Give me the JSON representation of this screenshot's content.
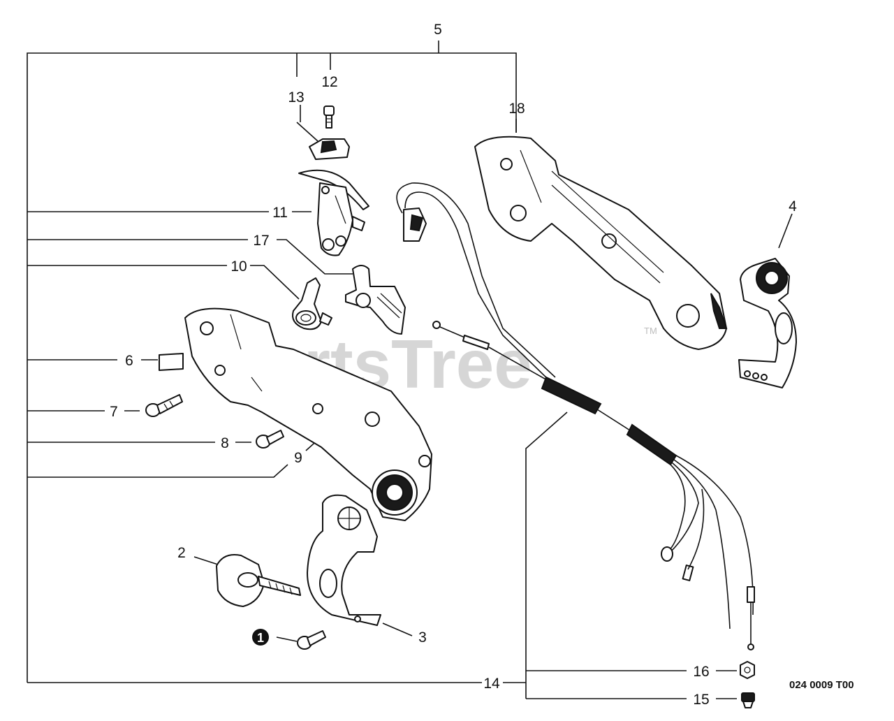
{
  "diagram": {
    "callouts": {
      "c1": "1",
      "c2": "2",
      "c3": "3",
      "c4": "4",
      "c5": "5",
      "c6": "6",
      "c7": "7",
      "c8": "8",
      "c9": "9",
      "c10": "10",
      "c11": "11",
      "c12": "12",
      "c13": "13",
      "c14": "14",
      "c15": "15",
      "c16": "16",
      "c17": "17",
      "c18": "18"
    },
    "figure_code": "024 0009 T00",
    "watermark": "PartsTree",
    "trademark": "TM"
  }
}
